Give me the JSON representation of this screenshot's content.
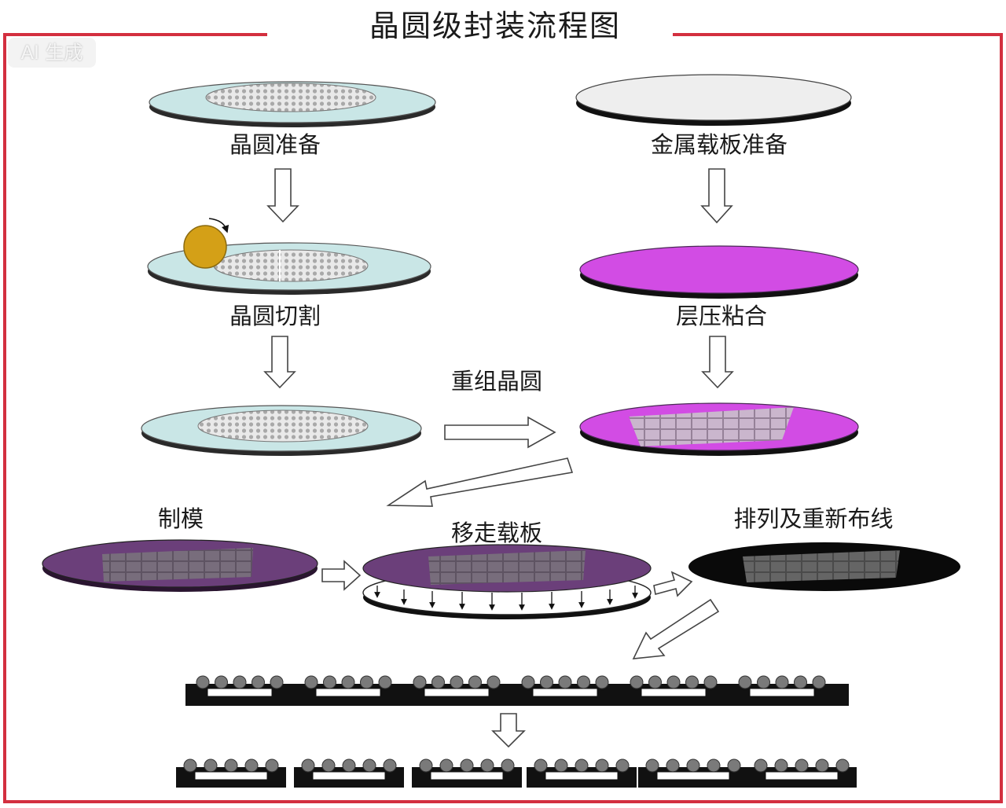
{
  "title": "晶圆级封装流程图",
  "watermark": "AI 生成",
  "steps": {
    "wafer_prep": "晶圆准备",
    "carrier_prep": "金属载板准备",
    "wafer_dicing": "晶圆切割",
    "laminate_bond": "层压粘合",
    "reconstitution": "重组晶圆",
    "molding": "制模",
    "carrier_removal": "移走载板",
    "redistribution": "排列及重新布线"
  },
  "colors": {
    "frame": "#d32f3f",
    "wafer": "#c9e6e6",
    "die_grid": "#b7b7b7",
    "carrier": "#eeeeee",
    "magenta_carrier": "#d24ce4",
    "mold": "#6b3f7a",
    "black_wafer": "#111111",
    "solder_ball": "#7a7a7a"
  }
}
